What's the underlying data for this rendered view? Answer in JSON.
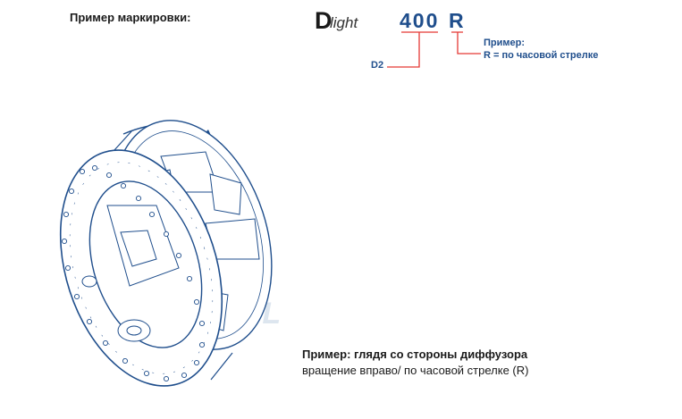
{
  "marking_label": "Пример маркировки:",
  "code": {
    "prefix": "D",
    "suffix": "light",
    "size": "400",
    "rotation": "R"
  },
  "annotation_d2": "D2",
  "annotation_rotation": {
    "line1": "Пример:",
    "line2": "R = по часовой стрелке"
  },
  "caption": {
    "bold": "Пример: глядя со стороны диффузора",
    "normal": "вращение вправо/ по часовой стрелке (R)"
  },
  "colors": {
    "accent": "#1f4e8c",
    "leader": "#e53935",
    "outline": "#1f4e8c"
  }
}
